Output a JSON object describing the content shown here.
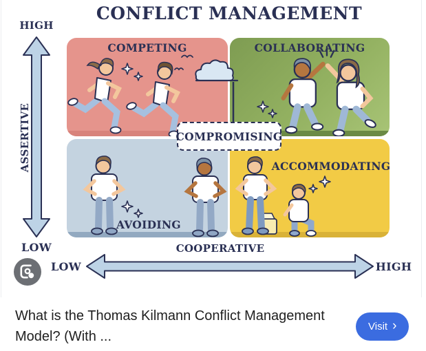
{
  "diagram": {
    "title": "CONFLICT MANAGEMENT",
    "y_axis": {
      "name": "ASSERTIVE",
      "top_label": "HIGH",
      "bottom_label": "LOW"
    },
    "x_axis": {
      "name": "COOPERATIVE",
      "left_label": "LOW",
      "right_label": "HIGH"
    },
    "quadrants": {
      "top_left": {
        "label": "COMPETING",
        "assertiveness": "high",
        "cooperativeness": "low",
        "color": "#E5948C"
      },
      "top_right": {
        "label": "COLLABORATING",
        "assertiveness": "high",
        "cooperativeness": "high",
        "color": "#8FAD5E"
      },
      "bottom_left": {
        "label": "AVOIDING",
        "assertiveness": "low",
        "cooperativeness": "low",
        "color": "#C4D3E0"
      },
      "bottom_right": {
        "label": "ACCOMMODATING",
        "assertiveness": "low",
        "cooperativeness": "high",
        "color": "#F2CB45"
      },
      "center": {
        "label": "COMPROMISING",
        "assertiveness": "medium",
        "cooperativeness": "medium",
        "color": "#FFFFFF"
      }
    },
    "accent_colors": {
      "outline_navy": "#2A3054",
      "arrow_fill": "#BDD3E6"
    }
  },
  "footer": {
    "caption": "What is the Thomas Kilmann Conflict Management Model? (With ...",
    "visit_button": {
      "label": "Visit",
      "chevron": "›",
      "color": "#3B6CE0"
    }
  },
  "icons": {
    "lens": "google-lens-camera-icon"
  }
}
